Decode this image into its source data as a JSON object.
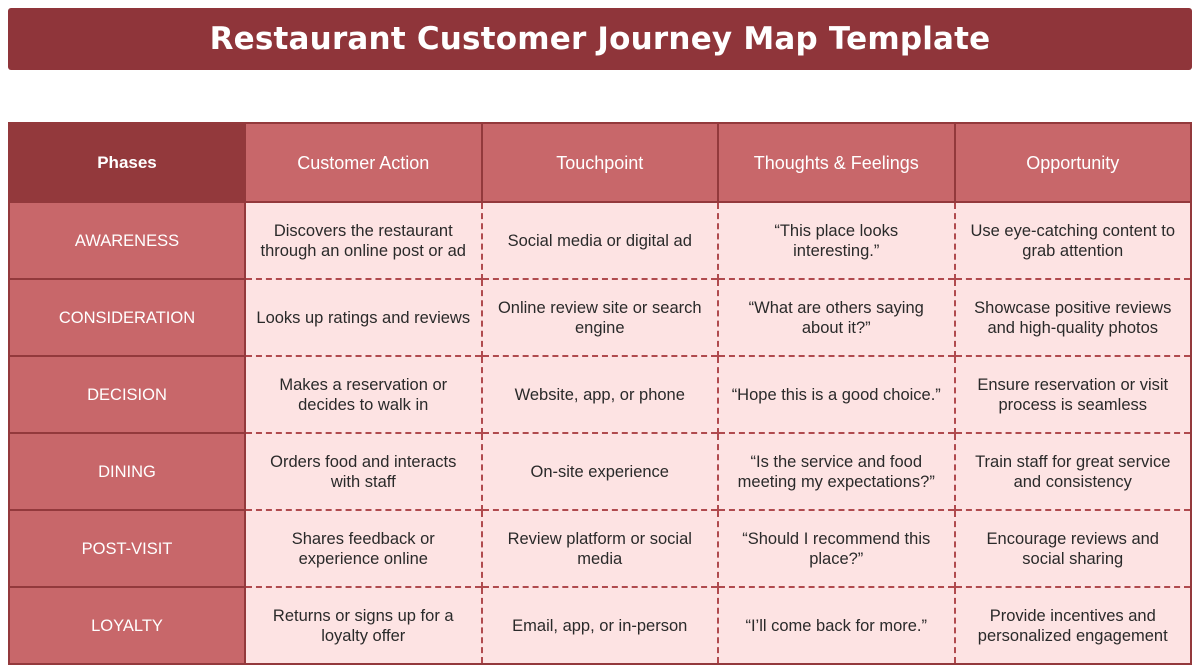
{
  "title": "Restaurant Customer Journey Map Template",
  "header": {
    "phases": "Phases",
    "customer_action": "Customer Action",
    "touchpoint": "Touchpoint",
    "thoughts_feelings": "Thoughts & Feelings",
    "opportunity": "Opportunity"
  },
  "rows": [
    {
      "phase": "AWARENESS",
      "action": "Discovers the restaurant through an online post or ad",
      "touchpoint": "Social media or digital ad",
      "thoughts": "“This place looks interesting.”",
      "opportunity": "Use eye-catching content to grab attention"
    },
    {
      "phase": "CONSIDERATION",
      "action": "Looks up ratings and reviews",
      "touchpoint": "Online review site or search engine",
      "thoughts": "“What are others saying about it?”",
      "opportunity": "Showcase positive reviews and high-quality photos"
    },
    {
      "phase": "DECISION",
      "action": "Makes a reservation or decides to walk in",
      "touchpoint": "Website, app, or phone",
      "thoughts": "“Hope this is a good choice.”",
      "opportunity": "Ensure reservation or visit process is seamless"
    },
    {
      "phase": "DINING",
      "action": "Orders food and interacts with staff",
      "touchpoint": "On-site experience",
      "thoughts": "“Is the service and food meeting my expectations?”",
      "opportunity": "Train staff for great service and consistency"
    },
    {
      "phase": "POST-VISIT",
      "action": "Shares feedback or experience online",
      "touchpoint": "Review platform or social media",
      "thoughts": "“Should I recommend this place?”",
      "opportunity": "Encourage reviews and social sharing"
    },
    {
      "phase": "LOYALTY",
      "action": "Returns or signs up for a loyalty offer",
      "touchpoint": "Email, app, or in-person",
      "thoughts": "“I’ll come back for more.”",
      "opportunity": "Provide incentives and personalized engagement"
    }
  ],
  "colors": {
    "title_bg": "#8f353a",
    "phase_header_bg": "#93393c",
    "header_bg": "#c8676a",
    "cell_bg": "#fde3e3"
  }
}
